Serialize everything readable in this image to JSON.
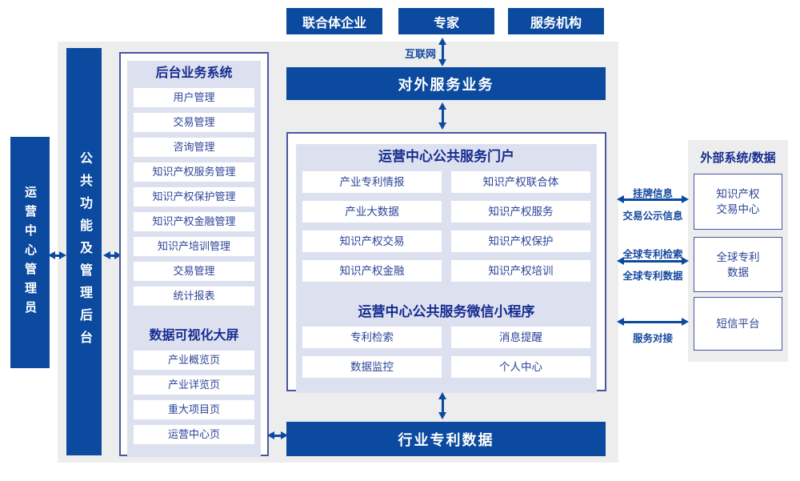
{
  "colors": {
    "primary_blue": "#0b4a9f",
    "panel_lavender": "#dde1ef",
    "background_gray": "#ededed",
    "border_navy": "#4a55a4",
    "title_navy": "#162c90",
    "item_text_blue": "#2d4597"
  },
  "top_actors": {
    "consortium": "联合体企业",
    "expert": "专家",
    "agency": "服务机构"
  },
  "labels": {
    "internet": "互联网"
  },
  "bars": {
    "external_service": "对外服务业务",
    "industry_patent_data": "行业专利数据",
    "operation_admin": "运营中心管理员",
    "backend_management": "公共功能及管理后台"
  },
  "backend_system": {
    "title": "后台业务系统",
    "items": [
      "用户管理",
      "交易管理",
      "咨询管理",
      "知识产权服务管理",
      "知识产权保护管理",
      "知识产权金融管理",
      "知识产培训管理",
      "交易管理",
      "统计报表"
    ]
  },
  "dashboard": {
    "title": "数据可视化大屏",
    "items": [
      "产业概览页",
      "产业详览页",
      "重大项目页",
      "运营中心页"
    ]
  },
  "portal": {
    "title": "运营中心公共服务门户",
    "items": [
      "产业专利情报",
      "知识产权联合体",
      "产业大数据",
      "知识产权服务",
      "知识产权交易",
      "知识产权保护",
      "知识产权金融",
      "知识产权培训"
    ]
  },
  "miniprogram": {
    "title": "运营中心公共服务微信小程序",
    "items": [
      "专利检索",
      "消息提醒",
      "数据监控",
      "个人中心"
    ]
  },
  "external_systems": {
    "title": "外部系统/数据",
    "boxes": [
      {
        "line1": "知识产权",
        "line2": "交易中心"
      },
      {
        "line1": "全球专利",
        "line2": "数据"
      },
      {
        "line1": "短信平台",
        "line2": ""
      }
    ]
  },
  "link_labels": {
    "listing_info": "挂牌信息",
    "trade_publicity": "交易公示信息",
    "global_patent_search": "全球专利检索",
    "global_patent_data": "全球专利数据",
    "service_connect": "服务对接"
  }
}
